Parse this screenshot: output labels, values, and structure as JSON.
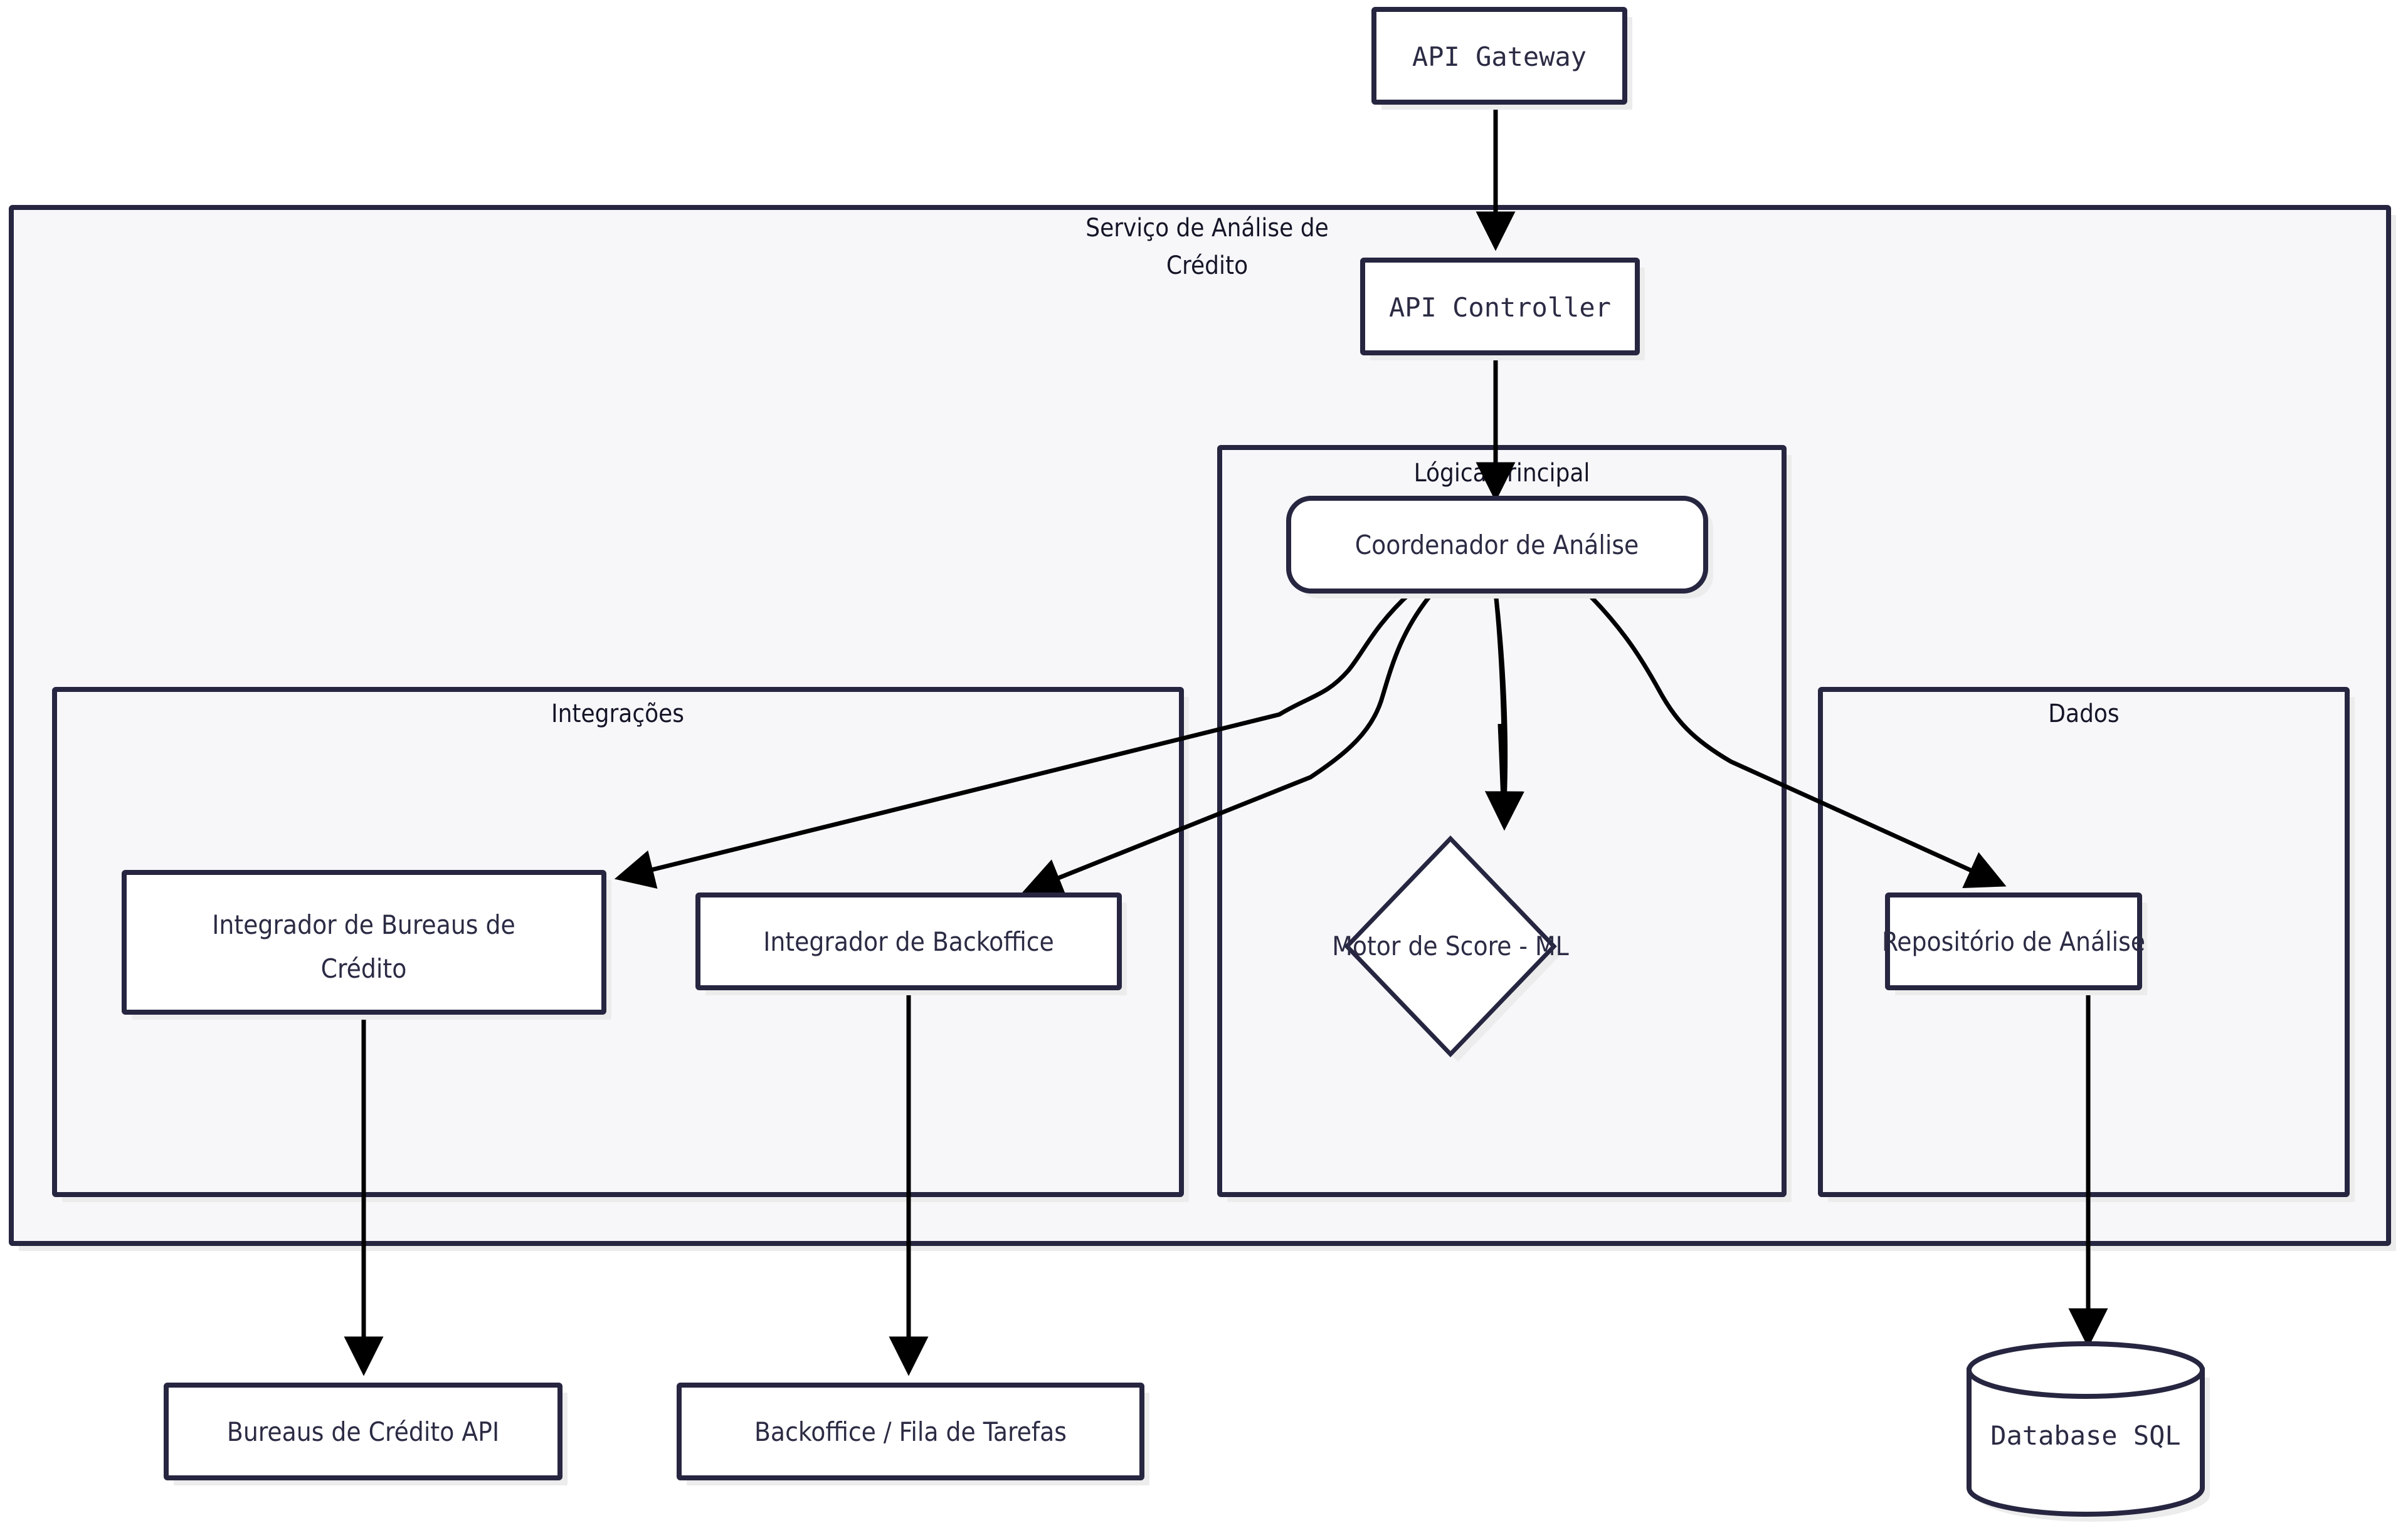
{
  "diagram": {
    "type": "flowchart",
    "direction": "top-down",
    "title_visible": false,
    "theme": {
      "stroke": "#262641",
      "edge_stroke": "#000000",
      "node_fill": "#ffffff",
      "cluster_fill": "#f7f7fa",
      "shadow": "#ececec",
      "text": "#2b2b44",
      "page_background": "#ffffff"
    }
  },
  "clusters": [
    {
      "id": "servico",
      "label": "Serviço de Análise de",
      "label_line2": "Crédito"
    },
    {
      "id": "logica",
      "label": "Lógica Principal"
    },
    {
      "id": "integracoes",
      "label": "Integrações"
    },
    {
      "id": "dados",
      "label": "Dados"
    }
  ],
  "nodes": [
    {
      "id": "api_gateway",
      "label": "API Gateway",
      "shape": "rect",
      "font": "mono"
    },
    {
      "id": "api_controller",
      "label": "API Controller",
      "shape": "rect",
      "font": "mono"
    },
    {
      "id": "coordenador",
      "label": "Coordenador de Análise",
      "shape": "rounded",
      "font": "sans"
    },
    {
      "id": "motor_score",
      "label": "Motor de Score - ML",
      "shape": "diamond",
      "font": "sans"
    },
    {
      "id": "int_bureaus",
      "label": "Integrador de Bureaus de",
      "label_line2": "Crédito",
      "shape": "rect",
      "font": "sans"
    },
    {
      "id": "int_backoffice",
      "label": "Integrador de Backoffice",
      "shape": "rect",
      "font": "sans"
    },
    {
      "id": "repositorio",
      "label": "Repositório de Análise",
      "shape": "rect",
      "font": "sans"
    },
    {
      "id": "bureaus_api",
      "label": "Bureaus de Crédito API",
      "shape": "rect",
      "font": "sans"
    },
    {
      "id": "backoffice_fila",
      "label": "Backoffice / Fila de Tarefas",
      "shape": "rect",
      "font": "sans"
    },
    {
      "id": "database_sql",
      "label": "Database SQL",
      "shape": "cylinder",
      "font": "mono"
    }
  ],
  "edges": [
    {
      "from": "api_gateway",
      "to": "api_controller",
      "label": ""
    },
    {
      "from": "api_controller",
      "to": "coordenador",
      "label": ""
    },
    {
      "from": "coordenador",
      "to": "int_bureaus",
      "label": ""
    },
    {
      "from": "coordenador",
      "to": "int_backoffice",
      "label": ""
    },
    {
      "from": "coordenador",
      "to": "motor_score",
      "label": ""
    },
    {
      "from": "coordenador",
      "to": "repositorio",
      "label": ""
    },
    {
      "from": "int_bureaus",
      "to": "bureaus_api",
      "label": ""
    },
    {
      "from": "int_backoffice",
      "to": "backoffice_fila",
      "label": ""
    },
    {
      "from": "repositorio",
      "to": "database_sql",
      "label": ""
    }
  ]
}
